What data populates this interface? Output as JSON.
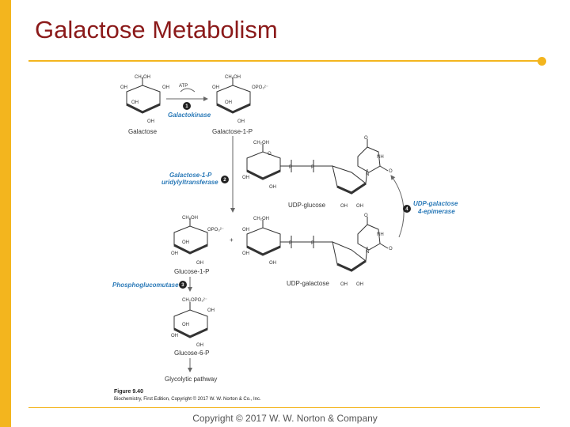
{
  "slide": {
    "title": "Galactose Metabolism",
    "copyright": "Copyright © 2017 W. W. Norton & Company",
    "accent_color": "#f3b51e",
    "title_color": "#8b1a1a",
    "enzyme_color": "#2b7ab8"
  },
  "diagram": {
    "compounds": {
      "galactose": "Galactose",
      "galactose_1p": "Galactose-1-P",
      "udp_glucose": "UDP-glucose",
      "glucose_1p": "Glucose-1-P",
      "udp_galactose": "UDP-galactose",
      "glucose_6p": "Glucose-6-P",
      "glycolytic": "Glycolytic pathway"
    },
    "cofactor": "ATP",
    "enzymes": {
      "e1": "Galactokinase",
      "e2_line1": "Galactose-1-P",
      "e2_line2": "uridylyltransferase",
      "e3": "Phosphoglucomutase",
      "e4_line1": "UDP-galactose",
      "e4_line2": "4-epimerase"
    },
    "step_numbers": [
      "1",
      "2",
      "3",
      "4"
    ],
    "plus": "+",
    "groups": {
      "ch2oh": "CH₂OH",
      "opo3": "OPO₃²⁻",
      "ch2opo3": "CH₂OPO₃²⁻",
      "oh": "OH",
      "o": "O",
      "p": "P",
      "nh": "NH",
      "n": "N"
    },
    "caption_title": "Figure 9.40",
    "caption_source": "Biochemistry, First Edition, Copyright © 2017 W. W. Norton & Co., Inc."
  }
}
